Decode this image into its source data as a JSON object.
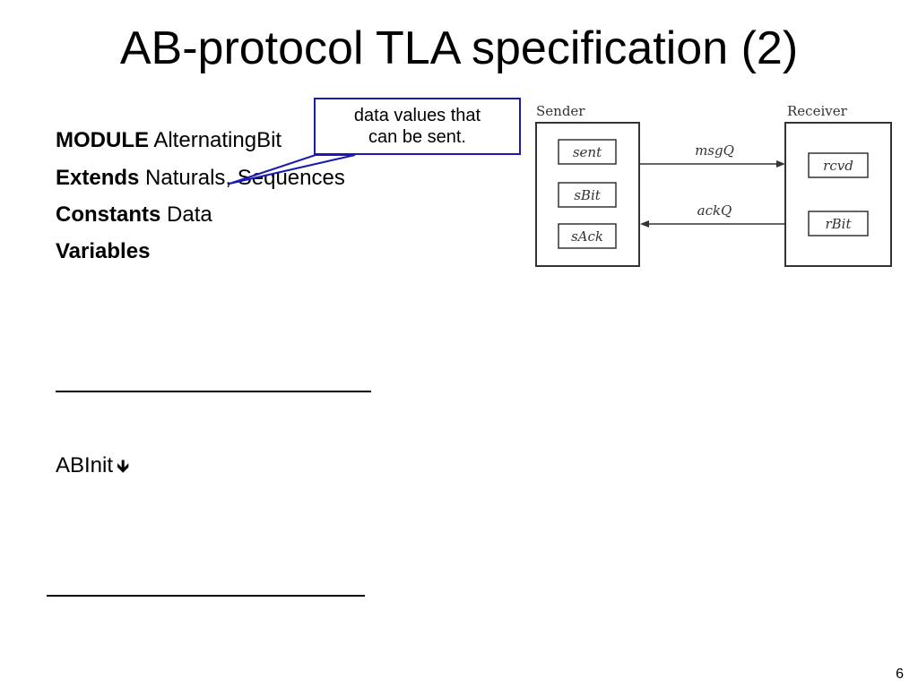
{
  "slide": {
    "title": "AB-protocol TLA specification (2)",
    "page_number": "6"
  },
  "spec": {
    "module_kw": "MODULE",
    "module_name": "AlternatingBit",
    "extends_kw": "Extends",
    "extends_val": "Naturals, Sequences",
    "constants_kw": "Constants",
    "constants_val": "Data",
    "variables_kw": "Variables",
    "init_name": "ABInit",
    "init_arrow": "🡻"
  },
  "callout": {
    "line1": "data values that",
    "line2": "can be sent."
  },
  "diagram": {
    "sender_label": "Sender",
    "receiver_label": "Receiver",
    "sender_vars": [
      "sent",
      "sBit",
      "sAck"
    ],
    "receiver_vars": [
      "rcvd",
      "rBit"
    ],
    "channels": [
      "msgQ",
      "ackQ"
    ]
  }
}
